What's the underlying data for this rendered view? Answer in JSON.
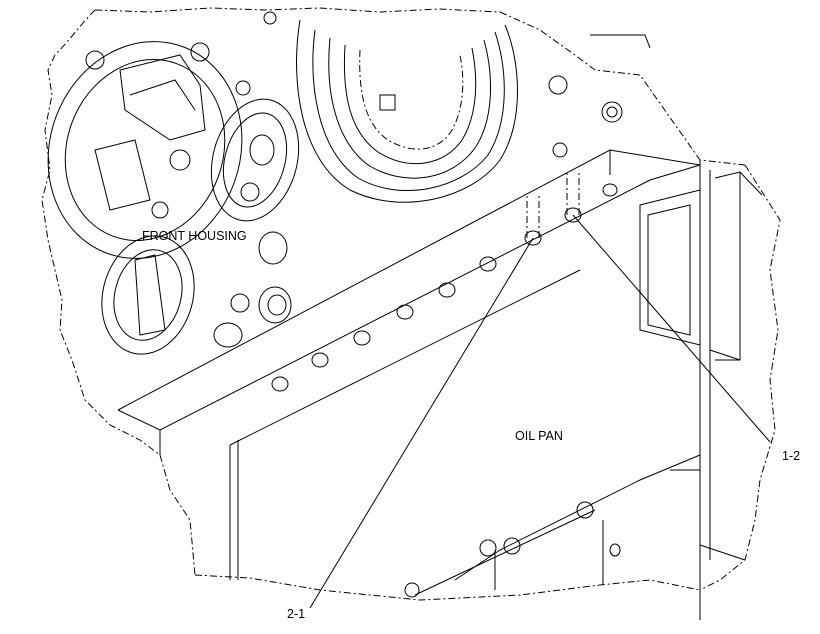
{
  "labels": {
    "front_housing": "FRONT HOUSING",
    "oil_pan": "OIL PAN",
    "callout_1_2": "1-2",
    "callout_2_1": "2-1"
  }
}
